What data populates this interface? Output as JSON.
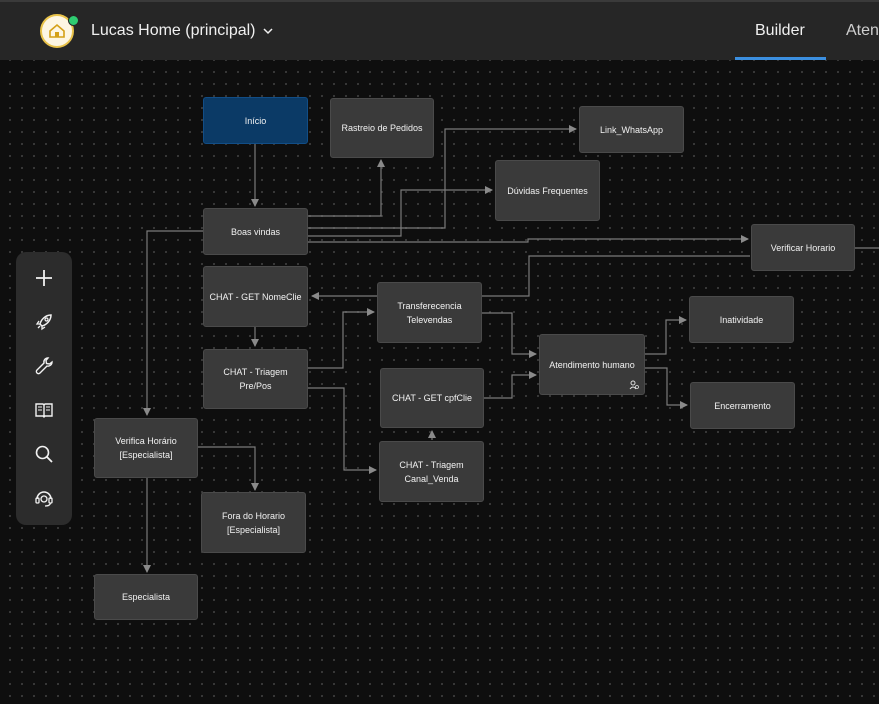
{
  "header": {
    "workspace_name": "Lucas Home (principal)",
    "logo_alt": "lucas home logo",
    "tabs": [
      {
        "label": "Builder",
        "active": true
      },
      {
        "label": "Aten",
        "active": false
      }
    ]
  },
  "colors": {
    "accent": "#3b8fe0",
    "start_node": "#0b3a66",
    "node": "#3a3a3a",
    "status_online": "#2ecc71"
  },
  "toolbar": {
    "items": [
      {
        "icon": "plus-icon"
      },
      {
        "icon": "rocket-icon"
      },
      {
        "icon": "wrench-icon"
      },
      {
        "icon": "book-icon"
      },
      {
        "icon": "search-icon"
      },
      {
        "icon": "support-headset-icon"
      }
    ]
  },
  "flow": {
    "nodes": {
      "inicio": "Início",
      "rastreio": "Rastreio de Pedidos",
      "link_whatsapp": "Link_WhatsApp",
      "duvidas": "Dúvidas Frequentes",
      "boas_vindas": "Boas vindas",
      "verificar_horario": "Verificar Horario",
      "get_nome": "CHAT - GET NomeClie",
      "transferencia": "Transferecencia Televendas",
      "inatividade": "Inatividade",
      "atendimento": "Atendimento humano",
      "triagem_prepos": "CHAT - Triagem Pre/Pos",
      "get_cpf": "CHAT - GET cpfClie",
      "encerramento": "Encerramento",
      "verifica_especialista": "Verifica Horário [Especialista]",
      "triagem_canal": "CHAT - Triagem Canal_Venda",
      "fora_horario": "Fora do Horario [Especialista]",
      "especialista": "Especialista"
    }
  }
}
